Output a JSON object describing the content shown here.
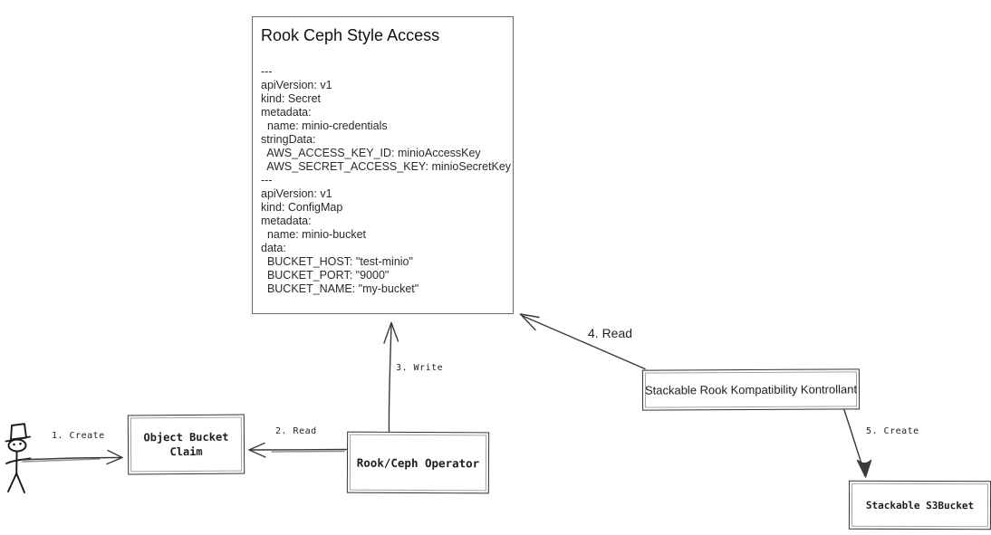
{
  "colors": {
    "background": "#ffffff",
    "sketch_stroke": "#3a3a3a",
    "main_box_border": "#6b6b6b",
    "text": "#1c1c1c"
  },
  "main_box": {
    "title": "Rook Ceph Style Access",
    "yaml_lines": [
      "---",
      "apiVersion: v1",
      "kind: Secret",
      "metadata:",
      "  name: minio-credentials",
      "stringData:",
      "  AWS_ACCESS_KEY_ID: minioAccessKey",
      "  AWS_SECRET_ACCESS_KEY: minioSecretKey",
      "---",
      "apiVersion: v1",
      "kind: ConfigMap",
      "metadata:",
      "  name: minio-bucket",
      "data:",
      "  BUCKET_HOST: \"test-minio\"",
      "  BUCKET_PORT: \"9000\"",
      "  BUCKET_NAME: \"my-bucket\""
    ]
  },
  "nodes": {
    "object_bucket_claim": {
      "label": "Object Bucket Claim"
    },
    "rook_ceph_operator": {
      "label": "Rook/Ceph Operator"
    },
    "stackable_rook_kontrollant": {
      "label": "Stackable Rook Kompatibility Kontrollant"
    },
    "stackable_s3bucket": {
      "label": "Stackable S3Bucket"
    }
  },
  "actor": {
    "icon": "stick-figure-user"
  },
  "edges": [
    {
      "label": "1. Create",
      "from": "user",
      "to": "object_bucket_claim"
    },
    {
      "label": "2. Read",
      "from": "rook_ceph_operator",
      "to": "object_bucket_claim"
    },
    {
      "label": "3. Write",
      "from": "rook_ceph_operator",
      "to": "rook_ceph_style_access"
    },
    {
      "label": "4. Read",
      "from": "stackable_rook_kontrollant",
      "to": "rook_ceph_style_access"
    },
    {
      "label": "5. Create",
      "from": "stackable_rook_kontrollant",
      "to": "stackable_s3bucket"
    }
  ]
}
